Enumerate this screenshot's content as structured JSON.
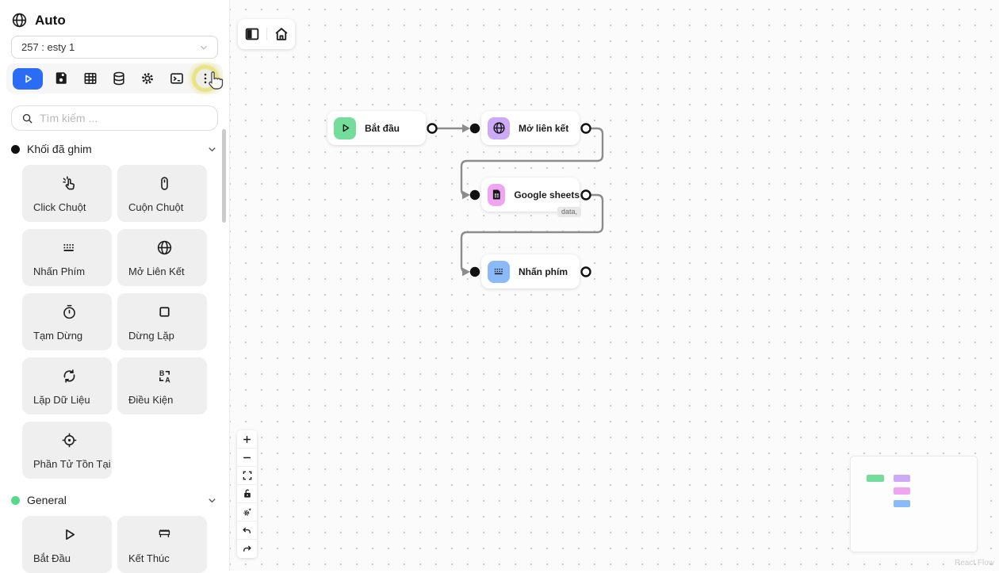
{
  "app": {
    "title": "Auto"
  },
  "colors": {
    "accent": "#2a6df4",
    "pinned_dot": "#111111",
    "general_dot": "#56d98b",
    "edge": "#8c8c8c",
    "halo": "#e9e48a"
  },
  "sidebar": {
    "workflow_select": {
      "value": "257 : esty 1",
      "icon": "chevron-down-icon"
    },
    "toolbar": {
      "icons": [
        "play-icon",
        "save-icon",
        "table-icon",
        "database-icon",
        "gear-icon",
        "terminal-icon",
        "dots-vertical-icon"
      ]
    },
    "search": {
      "placeholder": "Tìm kiếm ...",
      "icon": "search-icon"
    },
    "sections": [
      {
        "label": "Khối đã ghim",
        "blocks": [
          {
            "label": "Click Chuột",
            "icon": "mouse-click-icon"
          },
          {
            "label": "Cuộn Chuột",
            "icon": "mouse-scroll-icon"
          },
          {
            "label": "Nhấn Phím",
            "icon": "keyboard-icon"
          },
          {
            "label": "Mở Liên Kết",
            "icon": "globe-icon"
          },
          {
            "label": "Tạm Dừng",
            "icon": "stopwatch-icon"
          },
          {
            "label": "Dừng Lặp",
            "icon": "stop-square-icon"
          },
          {
            "label": "Lặp Dữ Liệu",
            "icon": "loop-icon"
          },
          {
            "label": "Điều Kiện",
            "icon": "condition-icon"
          },
          {
            "label": "Phần Tử Tồn Tại",
            "icon": "locate-icon"
          }
        ]
      },
      {
        "label": "General",
        "blocks": [
          {
            "label": "Bắt Đầu",
            "icon": "play-outline-icon"
          },
          {
            "label": "Kết Thúc",
            "icon": "finish-gate-icon"
          }
        ]
      }
    ]
  },
  "canvas": {
    "top_panel_icons": [
      "panel-toggle-icon",
      "home-icon"
    ],
    "nodes": [
      {
        "label": "Bắt đầu",
        "icon": "play-icon",
        "icon_bg": "#74dd9c"
      },
      {
        "label": "Mở liên kết",
        "icon": "globe-icon",
        "icon_bg": "#cdaaf8"
      },
      {
        "label": "Google sheets",
        "icon": "sheet-icon",
        "icon_bg": "#efa5f1",
        "badge": "data,"
      },
      {
        "label": "Nhấn phím",
        "icon": "keyboard-icon",
        "icon_bg": "#8abaf8"
      }
    ],
    "controls_icons": [
      "zoom-in-icon",
      "zoom-out-icon",
      "fit-view-icon",
      "lock-icon",
      "magic-gear-icon",
      "undo-icon",
      "redo-icon"
    ],
    "attribution": "React Flow"
  }
}
